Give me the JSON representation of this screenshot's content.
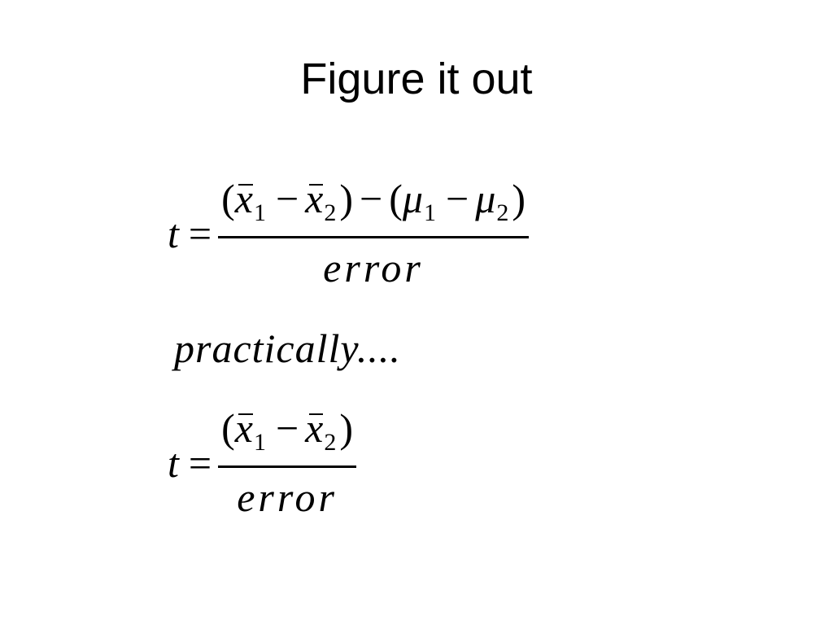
{
  "slide": {
    "title": "Figure it out"
  },
  "equations": {
    "lhs_var": "t",
    "eq_sign": "=",
    "denominator": "error",
    "eq1": {
      "open1": "(",
      "x1": "x",
      "s1": "1",
      "minus1": "−",
      "x2": "x",
      "s2": "2",
      "close1": ")",
      "minus_mid": "−",
      "open2": "(",
      "m1": "μ",
      "sm1": "1",
      "minus2": "−",
      "m2": "μ",
      "sm2": "2",
      "close2": ")"
    },
    "prose": "practically....",
    "eq2": {
      "open1": "(",
      "x1": "x",
      "s1": "1",
      "minus1": "−",
      "x2": "x",
      "s2": "2",
      "close1": ")"
    }
  }
}
